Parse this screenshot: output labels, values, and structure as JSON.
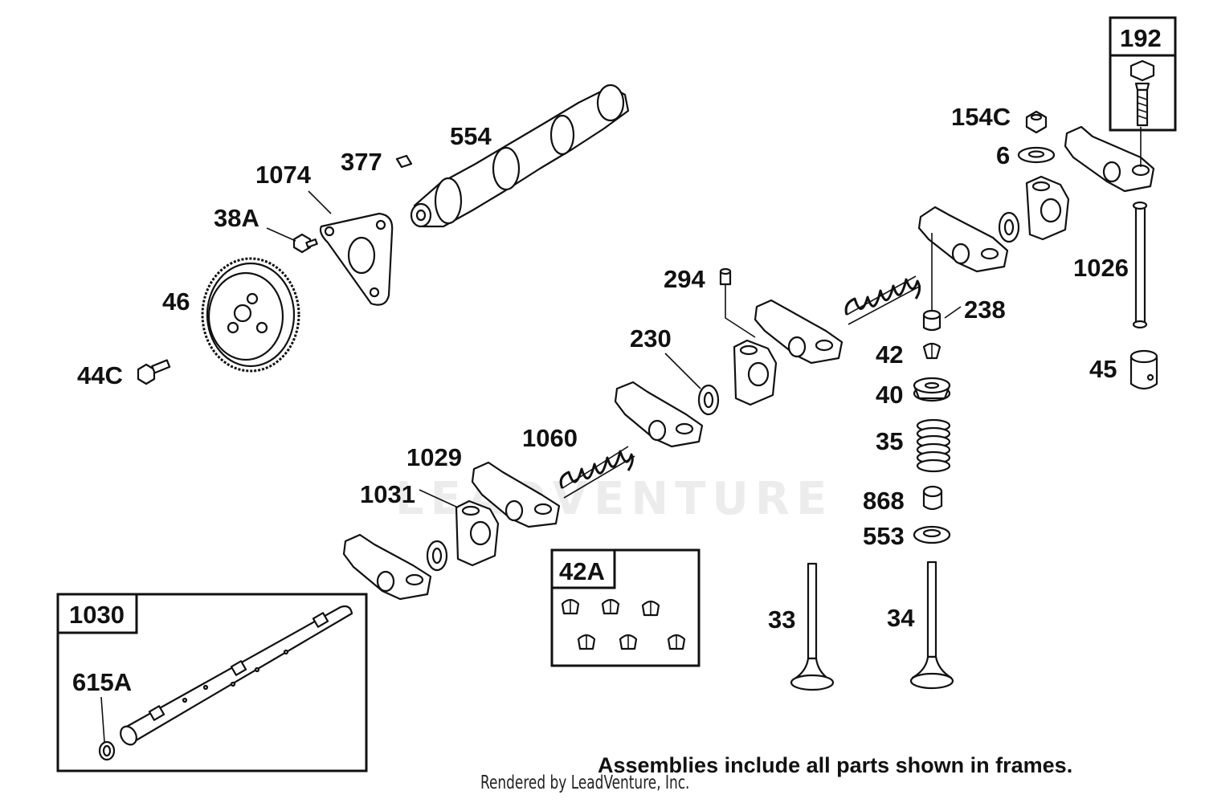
{
  "labels": {
    "l192": "192",
    "l154C": "154C",
    "l6": "6",
    "l1026": "1026",
    "l238": "238",
    "l45": "45",
    "l42": "42",
    "l40": "40",
    "l35": "35",
    "l868": "868",
    "l553": "553",
    "l33": "33",
    "l34": "34",
    "l294": "294",
    "l230": "230",
    "l554": "554",
    "l377": "377",
    "l1074": "1074",
    "l38A": "38A",
    "l46": "46",
    "l44C": "44C",
    "l1060": "1060",
    "l1029": "1029",
    "l1031": "1031",
    "l42A": "42A",
    "l1030": "1030",
    "l615A": "615A"
  },
  "note": "Assemblies include all parts shown in frames.",
  "credit": "Rendered by LeadVenture, Inc.",
  "watermark": "LEADVENTURE"
}
